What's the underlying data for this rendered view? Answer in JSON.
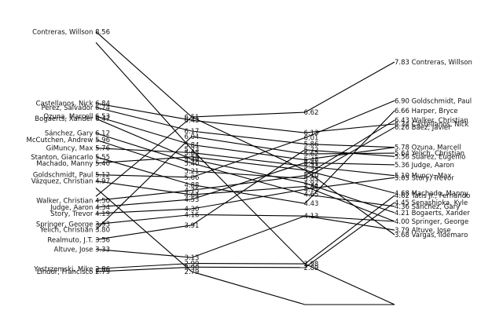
{
  "chart_data": {
    "type": "line",
    "x": [
      1,
      2,
      3,
      4
    ],
    "ylim": [
      2.0,
      9.0
    ],
    "grid": false,
    "legend": "none",
    "line_color": "#000000",
    "text_color": "#111111",
    "left_labels": [
      {
        "name": "Contreras, Willson",
        "value": "8.56"
      },
      {
        "name": "Castellanos, Nick",
        "value": "6.84"
      },
      {
        "name": "Perez, Salvador",
        "value": "6.74"
      },
      {
        "name": "Ozuna, Marcell",
        "value": "6.53"
      },
      {
        "name": "Bogaerts, Xander",
        "value": "6.47"
      },
      {
        "name": "Sánchez, Gary",
        "value": "6.12"
      },
      {
        "name": "McCutchen, Andrew",
        "value": "5.96"
      },
      {
        "name": "GiMuncy, Max",
        "value": "5.76"
      },
      {
        "name": "Stanton, Giancarlo",
        "value": "5.55"
      },
      {
        "name": "Machado, Manny",
        "value": "5.40"
      },
      {
        "name": "Goldschmidt, Paul",
        "value": "5.12"
      },
      {
        "name": "Vázquez, Christian",
        "value": "4.97"
      },
      {
        "name": "Walker, Christian",
        "value": "4.50"
      },
      {
        "name": "Judge, Aaron",
        "value": "4.34"
      },
      {
        "name": "Story, Trevor",
        "value": "4.19"
      },
      {
        "name": "Springer, George",
        "value": "3.93"
      },
      {
        "name": "Yelich, Christian",
        "value": "3.80"
      },
      {
        "name": "Realmuto, J.T.",
        "value": "3.56"
      },
      {
        "name": "Altuve, Jose",
        "value": "3.33"
      },
      {
        "name": "Yastrzemski, Mike",
        "value": "2.86"
      },
      {
        "name": "Lindor, Francisco",
        "value": "2.79"
      }
    ],
    "right_labels": [
      {
        "name": "Contreras, Willson",
        "value": "7.83"
      },
      {
        "name": "Goldschmidt, Paul",
        "value": "6.90"
      },
      {
        "name": "Harper, Bryce",
        "value": "6.66"
      },
      {
        "name": "Walker, Christian",
        "value": "6.43"
      },
      {
        "name": "Castellanos, Nick",
        "value": "6.34"
      },
      {
        "name": "Báez, Javier",
        "value": "6.26"
      },
      {
        "name": "Ozuna, Marcell",
        "value": "5.78"
      },
      {
        "name": "Yelich, Christian",
        "value": "5.64"
      },
      {
        "name": "Suárez, Eugenio",
        "value": "5.56"
      },
      {
        "name": "Judge, Aaron",
        "value": "5.36"
      },
      {
        "name": "Muncy, Max",
        "value": "5.10"
      },
      {
        "name": "Story, Trevor",
        "value": "5.05"
      },
      {
        "name": "Machado, Manny",
        "value": "4.68"
      },
      {
        "name": "Tatis Jr., Fernando",
        "value": "4.62"
      },
      {
        "name": "Senashioka, Kyle",
        "value": "4.45"
      },
      {
        "name": "Sánchez, Gary",
        "value": "4.36"
      },
      {
        "name": "Bogaerts, Xander",
        "value": "4.21"
      },
      {
        "name": "Springer, George",
        "value": "4.00"
      },
      {
        "name": "Altuve, Jose",
        "value": "3.79"
      },
      {
        "name": "Vargas, Ildemaro",
        "value": "3.68"
      }
    ],
    "column2_values": [
      "6.51",
      "6.43",
      "6.17",
      "6.04",
      "5.84",
      "5.73",
      "5.65",
      "5.55",
      "5.49",
      "5.40",
      "5.21",
      "5.06",
      "4.88",
      "4.75",
      "4.64",
      "4.53",
      "4.30",
      "4.16",
      "3.91",
      "3.13",
      "2.99",
      "2.90",
      "2.79"
    ],
    "column3_values": [
      "6.62",
      "6.13",
      "6.01",
      "5.86",
      "5.72",
      "5.62",
      "5.48",
      "5.41",
      "5.33",
      "5.23",
      "5.10",
      "5.03",
      "4.92",
      "4.84",
      "4.77",
      "4.65",
      "4.43",
      "4.13",
      "2.98",
      "2.89"
    ],
    "series": [
      {
        "values": [
          8.56,
          6.51,
          6.62,
          7.83
        ]
      },
      {
        "values": [
          6.84,
          6.43,
          6.13,
          6.34
        ]
      },
      {
        "values": [
          6.74,
          6.17,
          5.86,
          5.78
        ]
      },
      {
        "values": [
          6.53,
          5.84,
          5.48,
          5.78
        ]
      },
      {
        "values": [
          6.47,
          5.49,
          4.92,
          4.21
        ]
      },
      {
        "values": [
          6.12,
          5.4,
          4.65,
          4.36
        ]
      },
      {
        "values": [
          5.96,
          5.21,
          5.03,
          6.26
        ]
      },
      {
        "values": [
          5.76,
          5.65,
          5.33,
          5.1
        ]
      },
      {
        "values": [
          5.55,
          4.88,
          4.43,
          6.66
        ]
      },
      {
        "values": [
          5.4,
          5.55,
          5.23,
          4.68
        ]
      },
      {
        "values": [
          5.12,
          5.06,
          6.01,
          6.9
        ]
      },
      {
        "values": [
          4.97,
          4.64,
          4.84,
          4.0
        ]
      },
      {
        "values": [
          4.5,
          4.75,
          5.1,
          6.43
        ]
      },
      {
        "values": [
          4.34,
          4.53,
          5.41,
          5.36
        ]
      },
      {
        "values": [
          4.19,
          4.3,
          4.77,
          5.05
        ]
      },
      {
        "values": [
          3.93,
          4.16,
          4.13,
          4.0
        ]
      },
      {
        "values": [
          3.8,
          6.04,
          5.62,
          5.64
        ]
      },
      {
        "values": [
          3.56,
          3.91,
          5.72,
          5.56
        ]
      },
      {
        "values": [
          3.33,
          3.13,
          4.13,
          3.79
        ]
      },
      {
        "values": [
          2.86,
          2.99,
          2.98,
          4.62
        ]
      },
      {
        "values": [
          2.79,
          2.9,
          2.89,
          4.45
        ]
      },
      {
        "values": [
          8.3,
          5.73,
          2.98,
          2.0
        ]
      },
      {
        "values": [
          4.8,
          2.79,
          2.0,
          2.0
        ]
      },
      {
        "values": [
          4.6,
          6.51,
          5.23,
          3.68
        ]
      }
    ]
  }
}
